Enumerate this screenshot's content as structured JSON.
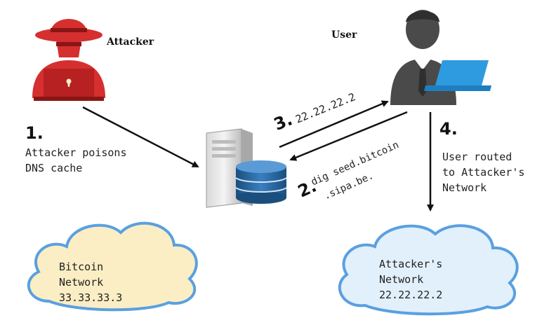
{
  "actors": {
    "attacker": {
      "label": "Attacker",
      "icon": "hacker-icon",
      "color": "#d62f2f"
    },
    "user": {
      "label": "User",
      "icon": "user-laptop-icon",
      "color": "#4a4a4a",
      "laptop_color": "#2e9be0"
    }
  },
  "dns_server": {
    "icon": "dns-server-database-icon",
    "db_color": "#1f5a8c"
  },
  "steps": [
    {
      "number": "1.",
      "text_lines": [
        "Attacker poisons",
        "DNS cache"
      ]
    },
    {
      "number": "2.",
      "text_lines": [
        "dig seed.bitcoin",
        ".sipa.be."
      ]
    },
    {
      "number": "3.",
      "text_lines": [
        "22.22.22.2"
      ]
    },
    {
      "number": "4.",
      "text_lines": [
        "User routed",
        "to Attacker's",
        "Network"
      ]
    }
  ],
  "clouds": {
    "bitcoin": {
      "lines": [
        "Bitcoin",
        "Network",
        "33.33.33.3"
      ],
      "fill": "#fbeec5",
      "stroke": "#5aa0e0"
    },
    "attacker_network": {
      "lines": [
        "Attacker's",
        "Network",
        "22.22.22.2"
      ],
      "fill": "#e2f0fb",
      "stroke": "#5aa0e0"
    }
  }
}
